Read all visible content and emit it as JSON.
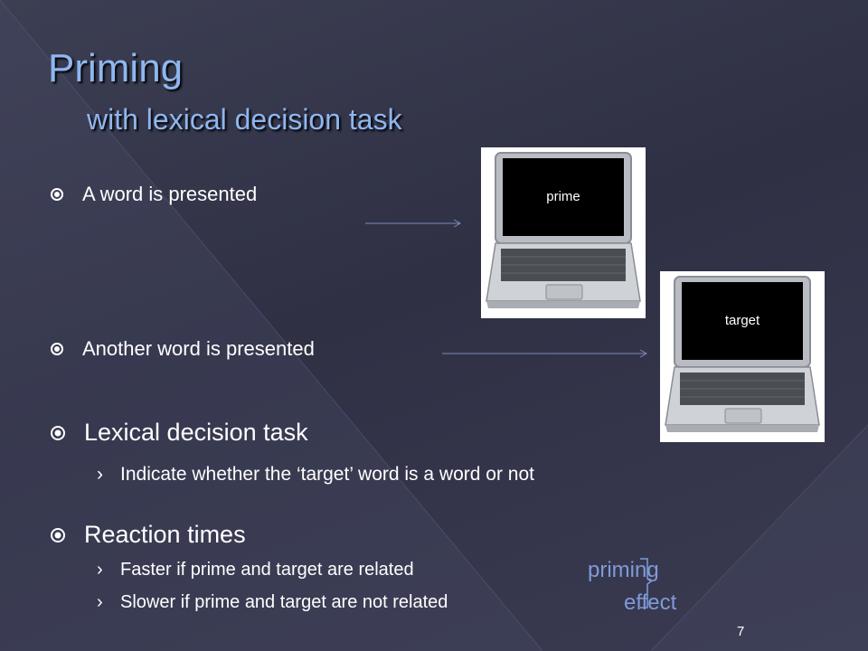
{
  "slide": {
    "title": "Priming",
    "subtitle": "with lexical decision task",
    "bullets": {
      "word_presented": "A word is presented",
      "another_word": "Another word is presented",
      "lexical_decision": "Lexical decision task",
      "reaction_times": "Reaction times"
    },
    "subbullets": {
      "indicate": "Indicate whether the ‘target’ word is a word or not",
      "faster": "Faster if prime and target are related",
      "slower": "Slower if prime and target are not related"
    },
    "chevron": "›",
    "effect_labels": {
      "priming": "priming",
      "effect": "effect"
    },
    "laptops": {
      "prime_label": "prime",
      "target_label": "target"
    },
    "page_number": "7"
  },
  "colors": {
    "title": "#8fb6ef",
    "accent": "#7f9ad8",
    "background": "#34354a",
    "text": "#ffffff"
  }
}
